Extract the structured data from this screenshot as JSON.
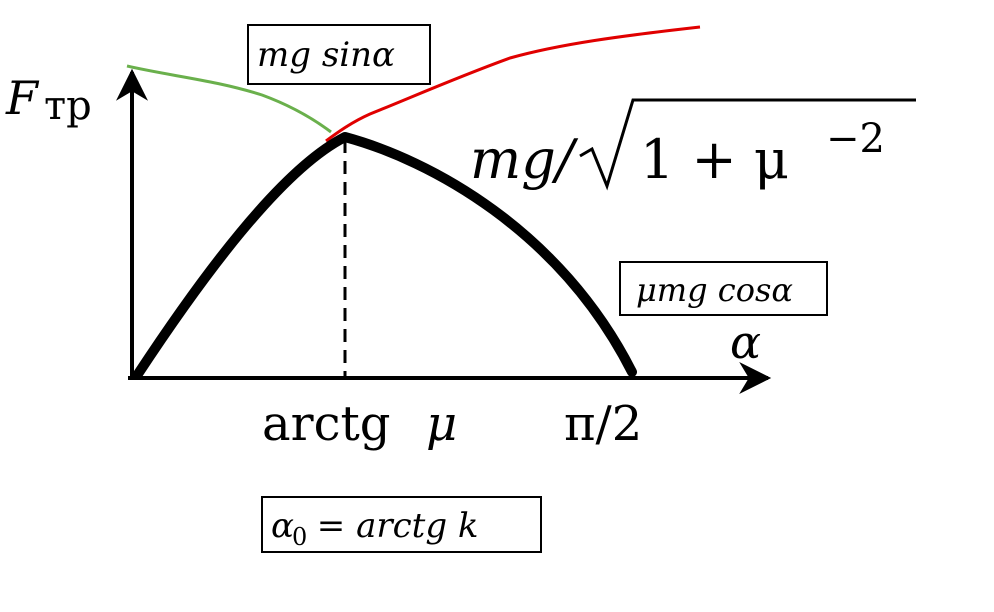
{
  "axes": {
    "y_label": {
      "main": "F",
      "sub": "тр"
    },
    "x_label": "α"
  },
  "ticks": {
    "arctg": {
      "word": "arctg",
      "symbol": "μ"
    },
    "half_pi": "π/2"
  },
  "annotations": {
    "sin_box": {
      "text": "mg sinα"
    },
    "formula": {
      "text": "mg/",
      "radicand": "1 + μ",
      "exponent": "−2"
    },
    "cos_box": {
      "text": "μmg cosα"
    },
    "alpha0_box": {
      "alpha": "α",
      "sub": "0",
      "rest": " = arctg k"
    }
  },
  "colors": {
    "axis": "#000000",
    "friction_curve": "#000000",
    "sin_curve": "#6ab04c",
    "limit_curve": "#e00000"
  }
}
